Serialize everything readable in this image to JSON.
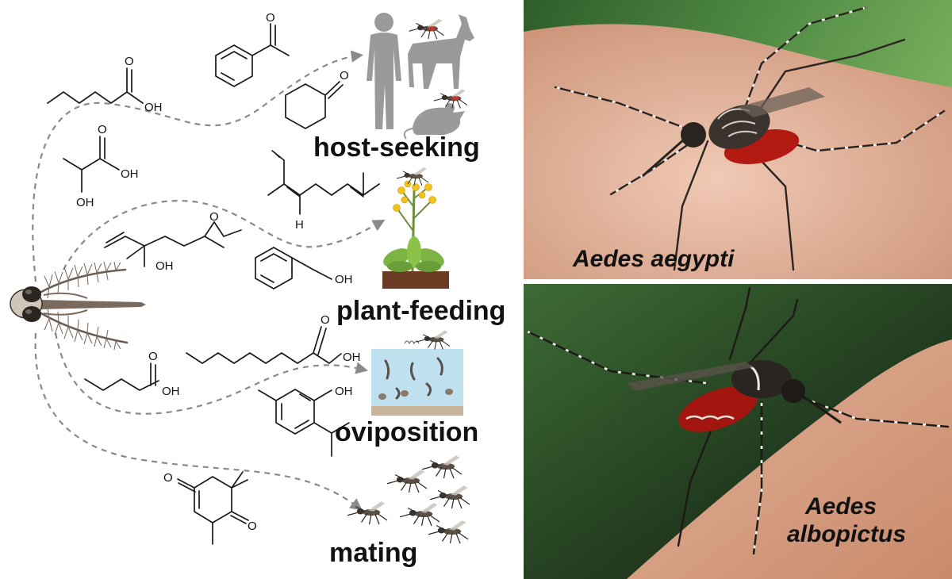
{
  "behaviors": {
    "host_seeking": "host-seeking",
    "plant_feeding": "plant-feeding",
    "oviposition": "oviposition",
    "mating": "mating"
  },
  "atoms": {
    "oh": "OH",
    "o": "O",
    "h": "H"
  },
  "photos": {
    "top_caption": "Aedes aegypti",
    "bottom_caption_line1": "Aedes",
    "bottom_caption_line2": "albopictus"
  },
  "colors": {
    "trail": "#8a8a8a",
    "silhouette": "#9a9a9a",
    "skin": "#e3b39a",
    "foliage_bg": "#3f7a3a",
    "water": "#bfe0ee",
    "flower": "#f1c21b",
    "leaf": "#7cb342",
    "soil": "#6b3b23"
  },
  "icons": [
    "human-silhouette-icon",
    "goat-silhouette-icon",
    "mouse-silhouette-icon",
    "flowering-plant-icon",
    "water-larvae-icon",
    "mosquito-swarm-icon",
    "mosquito-head-icon"
  ]
}
